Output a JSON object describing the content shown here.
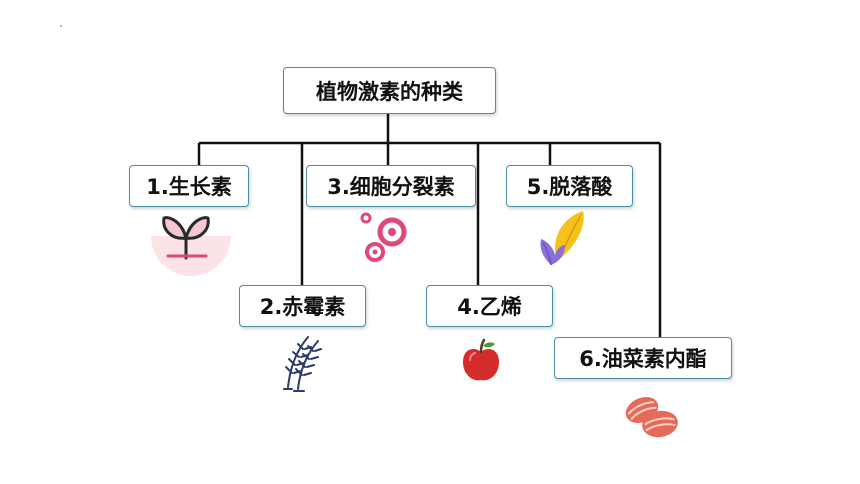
{
  "diagram": {
    "root": {
      "label": "植物激素的种类"
    },
    "items": [
      {
        "label": "1.生长素",
        "icon": "seedling-icon"
      },
      {
        "label": "2.赤霉素",
        "icon": "wheat-icon"
      },
      {
        "label": "3.细胞分裂素",
        "icon": "cells-icon"
      },
      {
        "label": "4.乙烯",
        "icon": "apple-icon"
      },
      {
        "label": "5.脱落酸",
        "icon": "leaves-icon"
      },
      {
        "label": "6.油菜素内酯",
        "icon": "seeds-icon"
      }
    ]
  },
  "colors": {
    "box_border": "#4a8fa3",
    "line": "#111111",
    "accent_pink": "#e0487a",
    "accent_red": "#d62b2b",
    "accent_yellow": "#f5c21b",
    "accent_purple": "#8a6fd8",
    "accent_navy": "#2d3a6b"
  }
}
